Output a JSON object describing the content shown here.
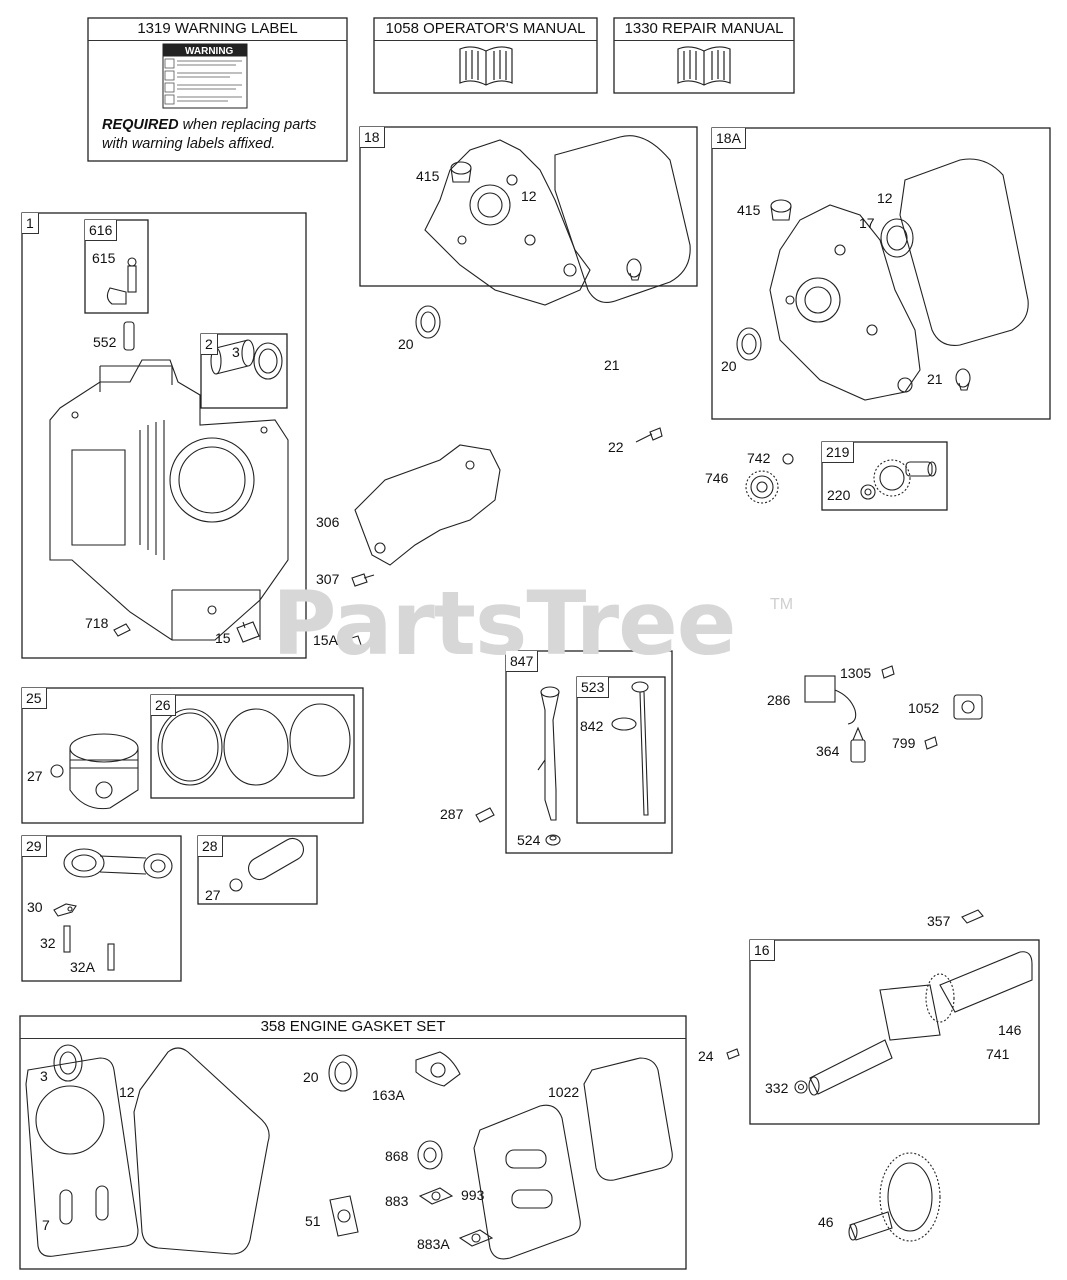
{
  "watermark": {
    "text": "PartsTree",
    "mark": "TM"
  },
  "header_boxes": {
    "warning": {
      "title": "1319 WARNING LABEL",
      "decal_text": "WARNING",
      "required_bold": "REQUIRED",
      "required_rest": " when replacing parts",
      "required_line2": "with warning labels affixed."
    },
    "operators": {
      "title": "1058 OPERATOR'S MANUAL",
      "icon": "open-book-icon"
    },
    "repair": {
      "title": "1330 REPAIR MANUAL",
      "icon": "open-book-icon"
    }
  },
  "box_tags": {
    "b1": "1",
    "b616": "616",
    "b2": "2",
    "b18": "18",
    "b18a": "18A",
    "b219": "219",
    "b25": "25",
    "b26": "26",
    "b847": "847",
    "b523": "523",
    "b29": "29",
    "b28": "28",
    "b16": "16"
  },
  "gasket_set_title": "358 ENGINE GASKET SET",
  "part_labels": {
    "p615": "615",
    "p552": "552",
    "p3a": "3",
    "p718": "718",
    "p15": "15",
    "p415a": "415",
    "p12a": "12",
    "p20a": "20",
    "p21a": "21",
    "p415b": "415",
    "p12b": "12",
    "p17": "17",
    "p20b": "20",
    "p21b": "21",
    "p22": "22",
    "p742": "742",
    "p746": "746",
    "p220": "220",
    "p306": "306",
    "p307": "307",
    "p15a": "15A",
    "p286": "286",
    "p1305": "1305",
    "p1052": "1052",
    "p364": "364",
    "p799": "799",
    "p27a": "27",
    "p842": "842",
    "p287": "287",
    "p524": "524",
    "p30": "30",
    "p32": "32",
    "p32a": "32A",
    "p27b": "27",
    "p357": "357",
    "p146": "146",
    "p741": "741",
    "p24": "24",
    "p332": "332",
    "p3b": "3",
    "p12c": "12",
    "p20c": "20",
    "p163a": "163A",
    "p1022": "1022",
    "p868": "868",
    "p883": "883",
    "p993": "993",
    "p883a": "883A",
    "p7": "7",
    "p51": "51",
    "p46": "46"
  }
}
